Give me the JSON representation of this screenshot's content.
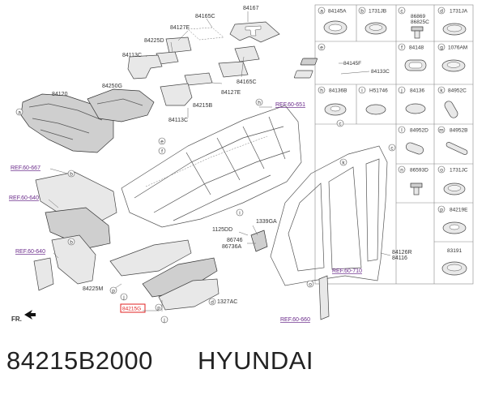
{
  "footer": {
    "part_number": "84215B2000",
    "brand": "HYUNDAI"
  },
  "orientation_label": "FR.",
  "refs": {
    "r651": "REF.60-651",
    "r667": "REF.60-667",
    "r640a": "REF.60-640",
    "r640b": "REF.60-640",
    "r710": "REF.60-710",
    "r660": "REF.60-660"
  },
  "labels": {
    "l84167": "84167",
    "l84165c_a": "84165C",
    "l84127e_a": "84127E",
    "l84225d": "84225D",
    "l84113c_a": "84113C",
    "l84165c_b": "84165C",
    "l84250g": "84250G",
    "l84120": "84120",
    "l84127e_b": "84127E",
    "l84215b": "84215B",
    "l84113c_b": "84113C",
    "l1339ga": "1339GA",
    "l1125dd": "1125DD",
    "l86746": "86746",
    "l86736a": "86736A",
    "l84225m": "84225M",
    "l84215g": "84215G",
    "l1327ac": "1327AC",
    "l84126r": "84126R",
    "l84116": "84116"
  },
  "callouts": [
    "a",
    "b",
    "c",
    "d",
    "e",
    "f",
    "g",
    "h",
    "i",
    "j",
    "k",
    "l",
    "m",
    "n",
    "o",
    "p"
  ],
  "table": {
    "cells": [
      {
        "letter": "a",
        "code": "84145A"
      },
      {
        "letter": "b",
        "code": "1731JB"
      },
      {
        "letter": "c",
        "code": "86869",
        "code2": "86825C"
      },
      {
        "letter": "d",
        "code": "1731JA"
      },
      {
        "letter": "e",
        "code": ""
      },
      {
        "letter": "f",
        "code": "84148"
      },
      {
        "letter": "g",
        "code": "1076AM"
      },
      {
        "letter": "h",
        "code": "84136B"
      },
      {
        "letter": "i",
        "code": "H51746"
      },
      {
        "letter": "j",
        "code": "84136"
      },
      {
        "letter": "k",
        "code": "84952C"
      },
      {
        "letter": "l",
        "code": "84952D"
      },
      {
        "letter": "m",
        "code": "84952B"
      },
      {
        "letter": "n",
        "code": "86593D"
      },
      {
        "letter": "o",
        "code": "1731JC"
      },
      {
        "letter": "p",
        "code": "84219E"
      },
      {
        "letter": "",
        "code": "83191"
      }
    ],
    "e_codes": {
      "top": "84145F",
      "right": "84133C"
    }
  },
  "colors": {
    "highlight": "#e02020",
    "reference": "#6a2a8a"
  }
}
